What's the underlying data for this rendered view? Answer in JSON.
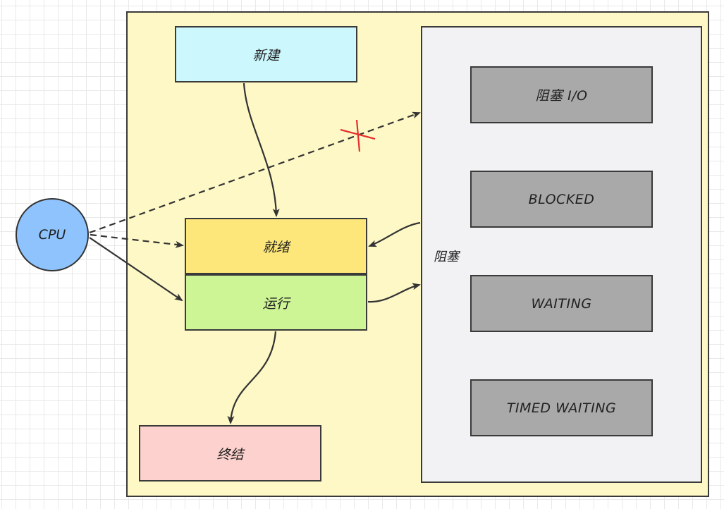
{
  "nodes": {
    "new": "新建",
    "ready": "就绪",
    "running": "运行",
    "terminated": "终结",
    "cpu": "CPU",
    "blocked": "阻塞"
  },
  "blocked_states": [
    "阻塞 I/O",
    "BLOCKED",
    "WAITING",
    "TIMED WAITING"
  ],
  "colors": {
    "outer": "#fdf8c6",
    "new": "#ccf7fd",
    "ready": "#fde77a",
    "running": "#cdf495",
    "terminated": "#fdd1cd",
    "blocked_panel": "#f2f2f4",
    "blocked_state": "#a9a9a9",
    "cpu": "#8fc3fd",
    "cross_mark": "#e62e2e"
  }
}
